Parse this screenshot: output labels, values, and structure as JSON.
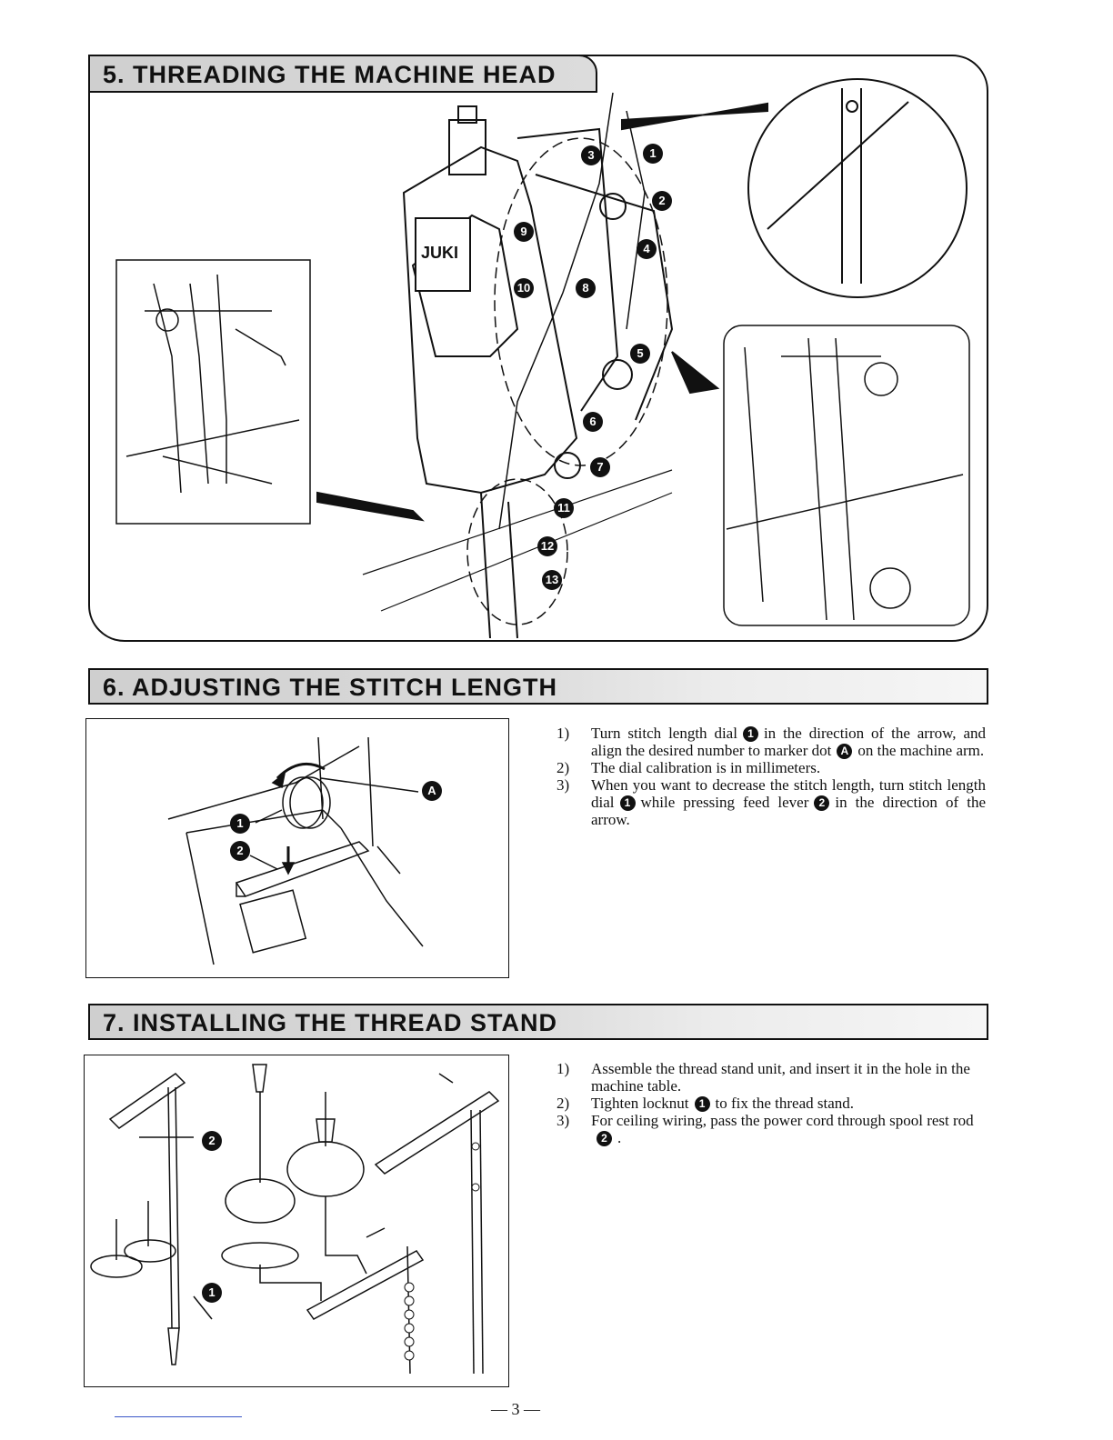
{
  "sections": {
    "s5": {
      "title": "5. THREADING THE MACHINE HEAD"
    },
    "s6": {
      "title": "6. ADJUSTING THE STITCH LENGTH",
      "steps": [
        {
          "num": "1)",
          "parts": [
            "Turn stitch length dial",
            "in the direction of the arrow, and align the desired number to marker dot",
            "on the machine arm."
          ],
          "badges": [
            "1",
            "A"
          ]
        },
        {
          "num": "2)",
          "text": "The dial calibration is in millimeters."
        },
        {
          "num": "3)",
          "parts": [
            "When you want to decrease the stitch length, turn stitch length dial",
            "while pressing feed lever",
            "in the direction of the arrow."
          ],
          "badges": [
            "1",
            "2"
          ]
        }
      ]
    },
    "s7": {
      "title": "7. INSTALLING THE THREAD STAND",
      "steps": [
        {
          "num": "1)",
          "text": "Assemble the thread stand unit, and insert it in the hole in the machine table."
        },
        {
          "num": "2)",
          "parts": [
            "Tighten locknut",
            "to fix the thread stand."
          ],
          "badges": [
            "1"
          ]
        },
        {
          "num": "3)",
          "parts": [
            "For ceiling wiring, pass the power cord through spool rest rod",
            "."
          ],
          "badges": [
            "2"
          ]
        }
      ]
    }
  },
  "figure5": {
    "brand": "JUKI",
    "callouts": [
      "1",
      "2",
      "3",
      "4",
      "5",
      "6",
      "7",
      "8",
      "9",
      "10",
      "11",
      "12",
      "13"
    ]
  },
  "figure6": {
    "callouts": [
      "A",
      "1",
      "2"
    ]
  },
  "figure7": {
    "callouts": [
      "2",
      "1"
    ]
  },
  "footer": {
    "page": "— 3 —"
  }
}
